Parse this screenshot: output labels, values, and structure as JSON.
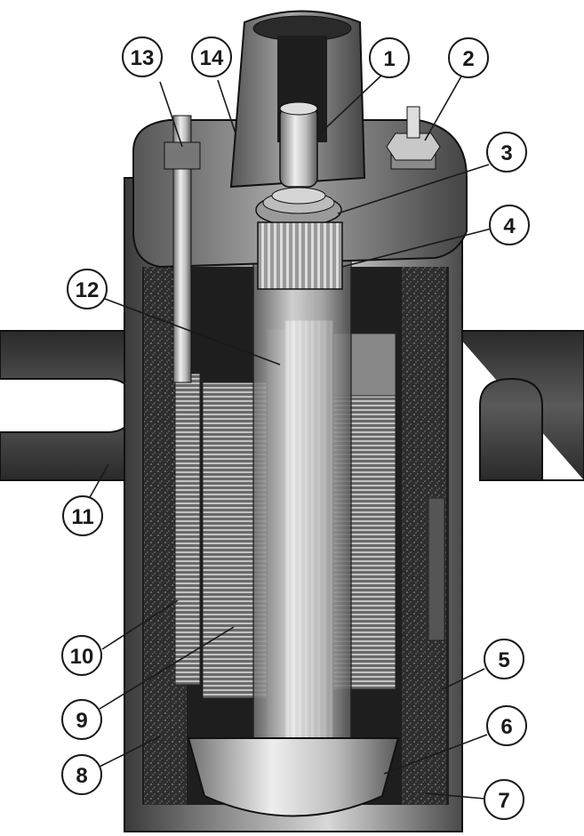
{
  "labels": {
    "c1": "1",
    "c2": "2",
    "c3": "3",
    "c4": "4",
    "c5": "5",
    "c6": "6",
    "c7": "7",
    "c8": "8",
    "c9": "9",
    "c10": "10",
    "c11": "11",
    "c12": "12",
    "c13": "13",
    "c14": "14"
  },
  "colors": {
    "ink": "#1a1a1a",
    "dark_metal": "#3a3a3a",
    "mid_metal": "#6e6e6e",
    "light_metal": "#b8b8b8",
    "highlight": "#e6e6e6",
    "insulation": "#2e2e2e",
    "paper": "#ffffff"
  }
}
